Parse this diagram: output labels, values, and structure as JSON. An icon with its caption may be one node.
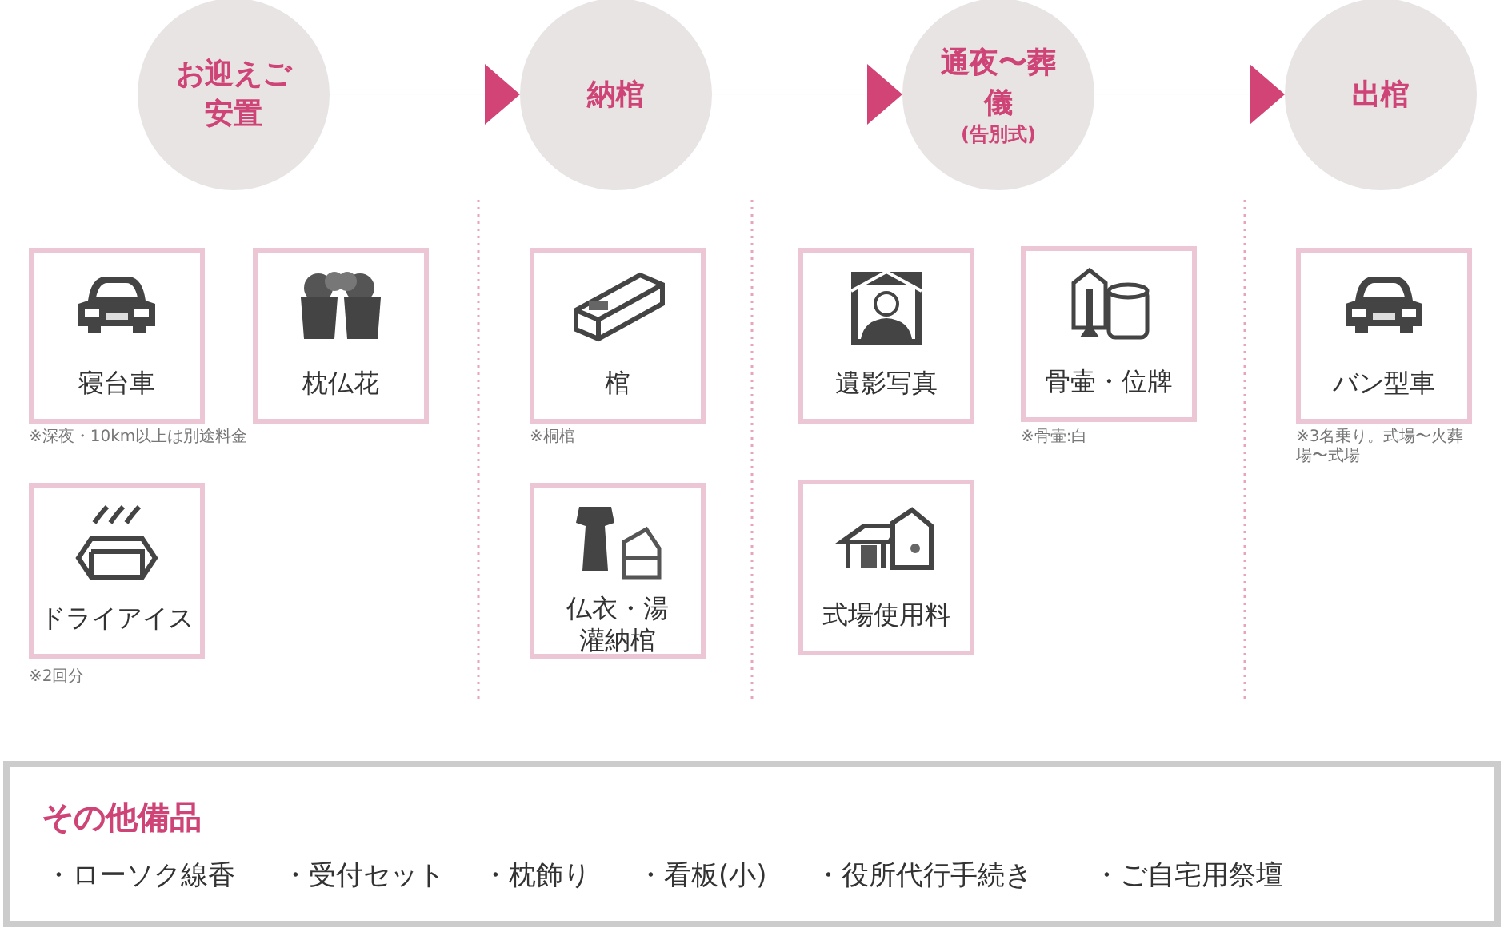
{
  "diagram": {
    "nodes": [
      {
        "text": [
          "お迎えご安置"
        ]
      },
      {
        "text": [
          "納棺"
        ]
      },
      {
        "text": [
          "通夜〜葬儀",
          "(告別式)"
        ]
      },
      {
        "text": [
          "出棺"
        ]
      },
      {
        "text": [
          "寝台車"
        ],
        "beside": [
          "※深夜・10km以上は別途料金"
        ]
      },
      {
        "text": [
          "枕仏花"
        ]
      },
      {
        "text": [
          "ドライアイス"
        ],
        "beside": [
          "※2回分"
        ]
      },
      {
        "text": [
          "棺"
        ],
        "beside": [
          "※桐棺"
        ]
      },
      {
        "text": [
          "仏衣・湯灌納棺"
        ]
      },
      {
        "text": [
          "遺影写真"
        ]
      },
      {
        "text": [
          "骨壷・位牌"
        ],
        "beside": [
          "※骨壷:白"
        ]
      },
      {
        "text": [
          "式場使用料"
        ]
      },
      {
        "text": [
          "バン型車"
        ],
        "beside": [
          "※3名乗り。式場〜火葬場〜式場"
        ]
      },
      {
        "text": [
          "その他備品",
          "・ローソク線香",
          "・受付セット",
          "・枕飾り",
          "・看板(小)",
          "・役所代行手続き",
          "・ご自宅用祭壇"
        ]
      }
    ],
    "edges": [
      {
        "from": 0,
        "to": 1,
        "arrow": "to"
      },
      {
        "from": 1,
        "to": 2,
        "arrow": "to"
      },
      {
        "from": 2,
        "to": 3,
        "arrow": "to"
      }
    ]
  }
}
